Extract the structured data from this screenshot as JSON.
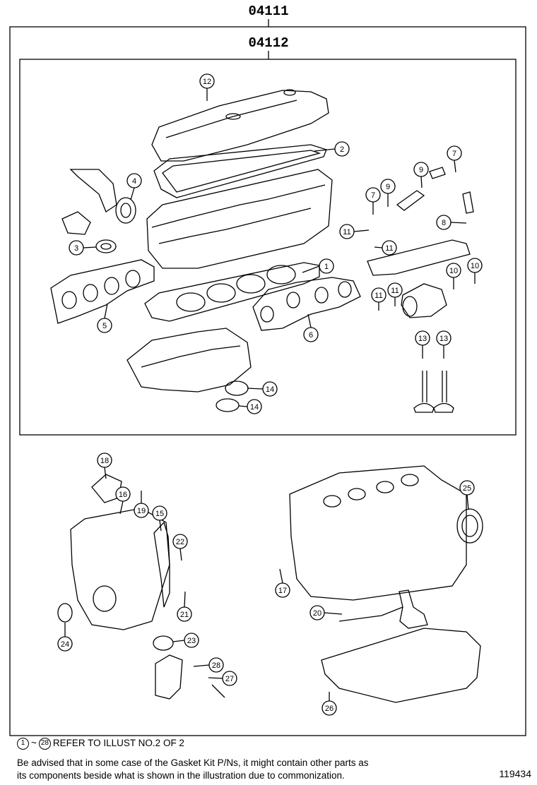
{
  "outer_kit": {
    "part_no": "04111"
  },
  "inner_kit": {
    "part_no": "04112"
  },
  "callouts": {
    "c1": "1",
    "c2": "2",
    "c3": "3",
    "c4": "4",
    "c5": "5",
    "c6": "6",
    "c7": "7",
    "c8": "8",
    "c9": "9",
    "c10": "10",
    "c11": "11",
    "c12": "12",
    "c13": "13",
    "c14": "14",
    "c15": "15",
    "c16": "16",
    "c17": "17",
    "c18": "18",
    "c19": "19",
    "c20": "20",
    "c21": "21",
    "c22": "22",
    "c23": "23",
    "c24": "24",
    "c25": "25",
    "c26": "26",
    "c27": "27",
    "c28": "28"
  },
  "footer": {
    "ref_from": "1",
    "ref_sep": "~",
    "ref_to": "28",
    "ref_text": "REFER TO ILLUST NO.2 OF 2",
    "advise_line1": "Be advised that in some case of the Gasket Kit P/Ns,  it might contain other parts as",
    "advise_line2": "its components beside what is shown in the illustration due to commonization.",
    "illustration_id": "119434"
  },
  "colors": {
    "ink": "#000000",
    "paper": "#ffffff"
  }
}
